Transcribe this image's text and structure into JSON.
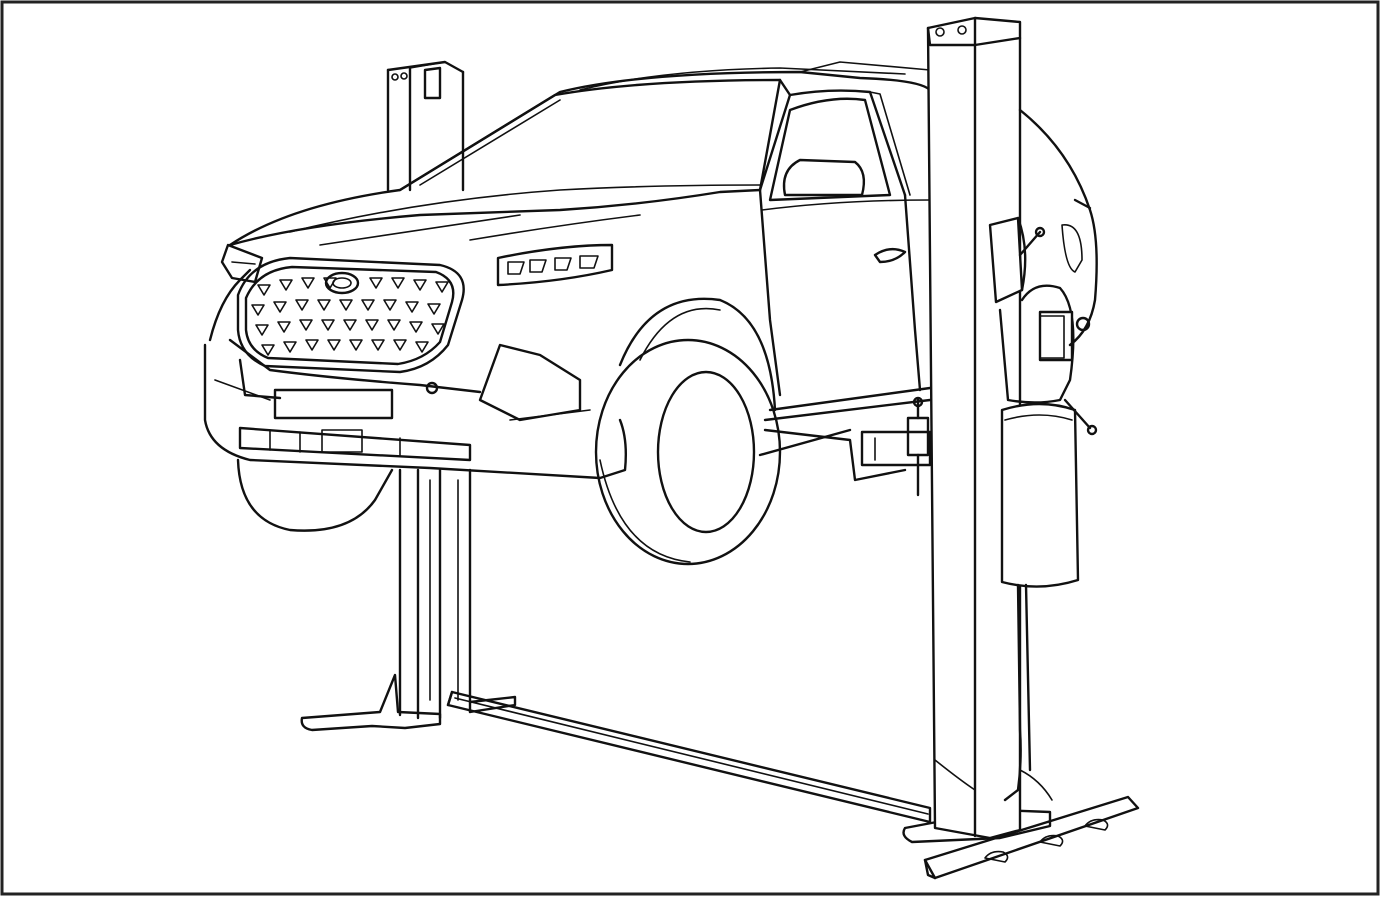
{
  "figure": {
    "border_color": "#222222",
    "line_color": "#111111",
    "background": "#ffffff",
    "parts": [
      "suv-vehicle",
      "two-post-lift",
      "left-post",
      "right-post",
      "base-crossbar",
      "hydraulic-power-unit",
      "lift-arms"
    ]
  }
}
